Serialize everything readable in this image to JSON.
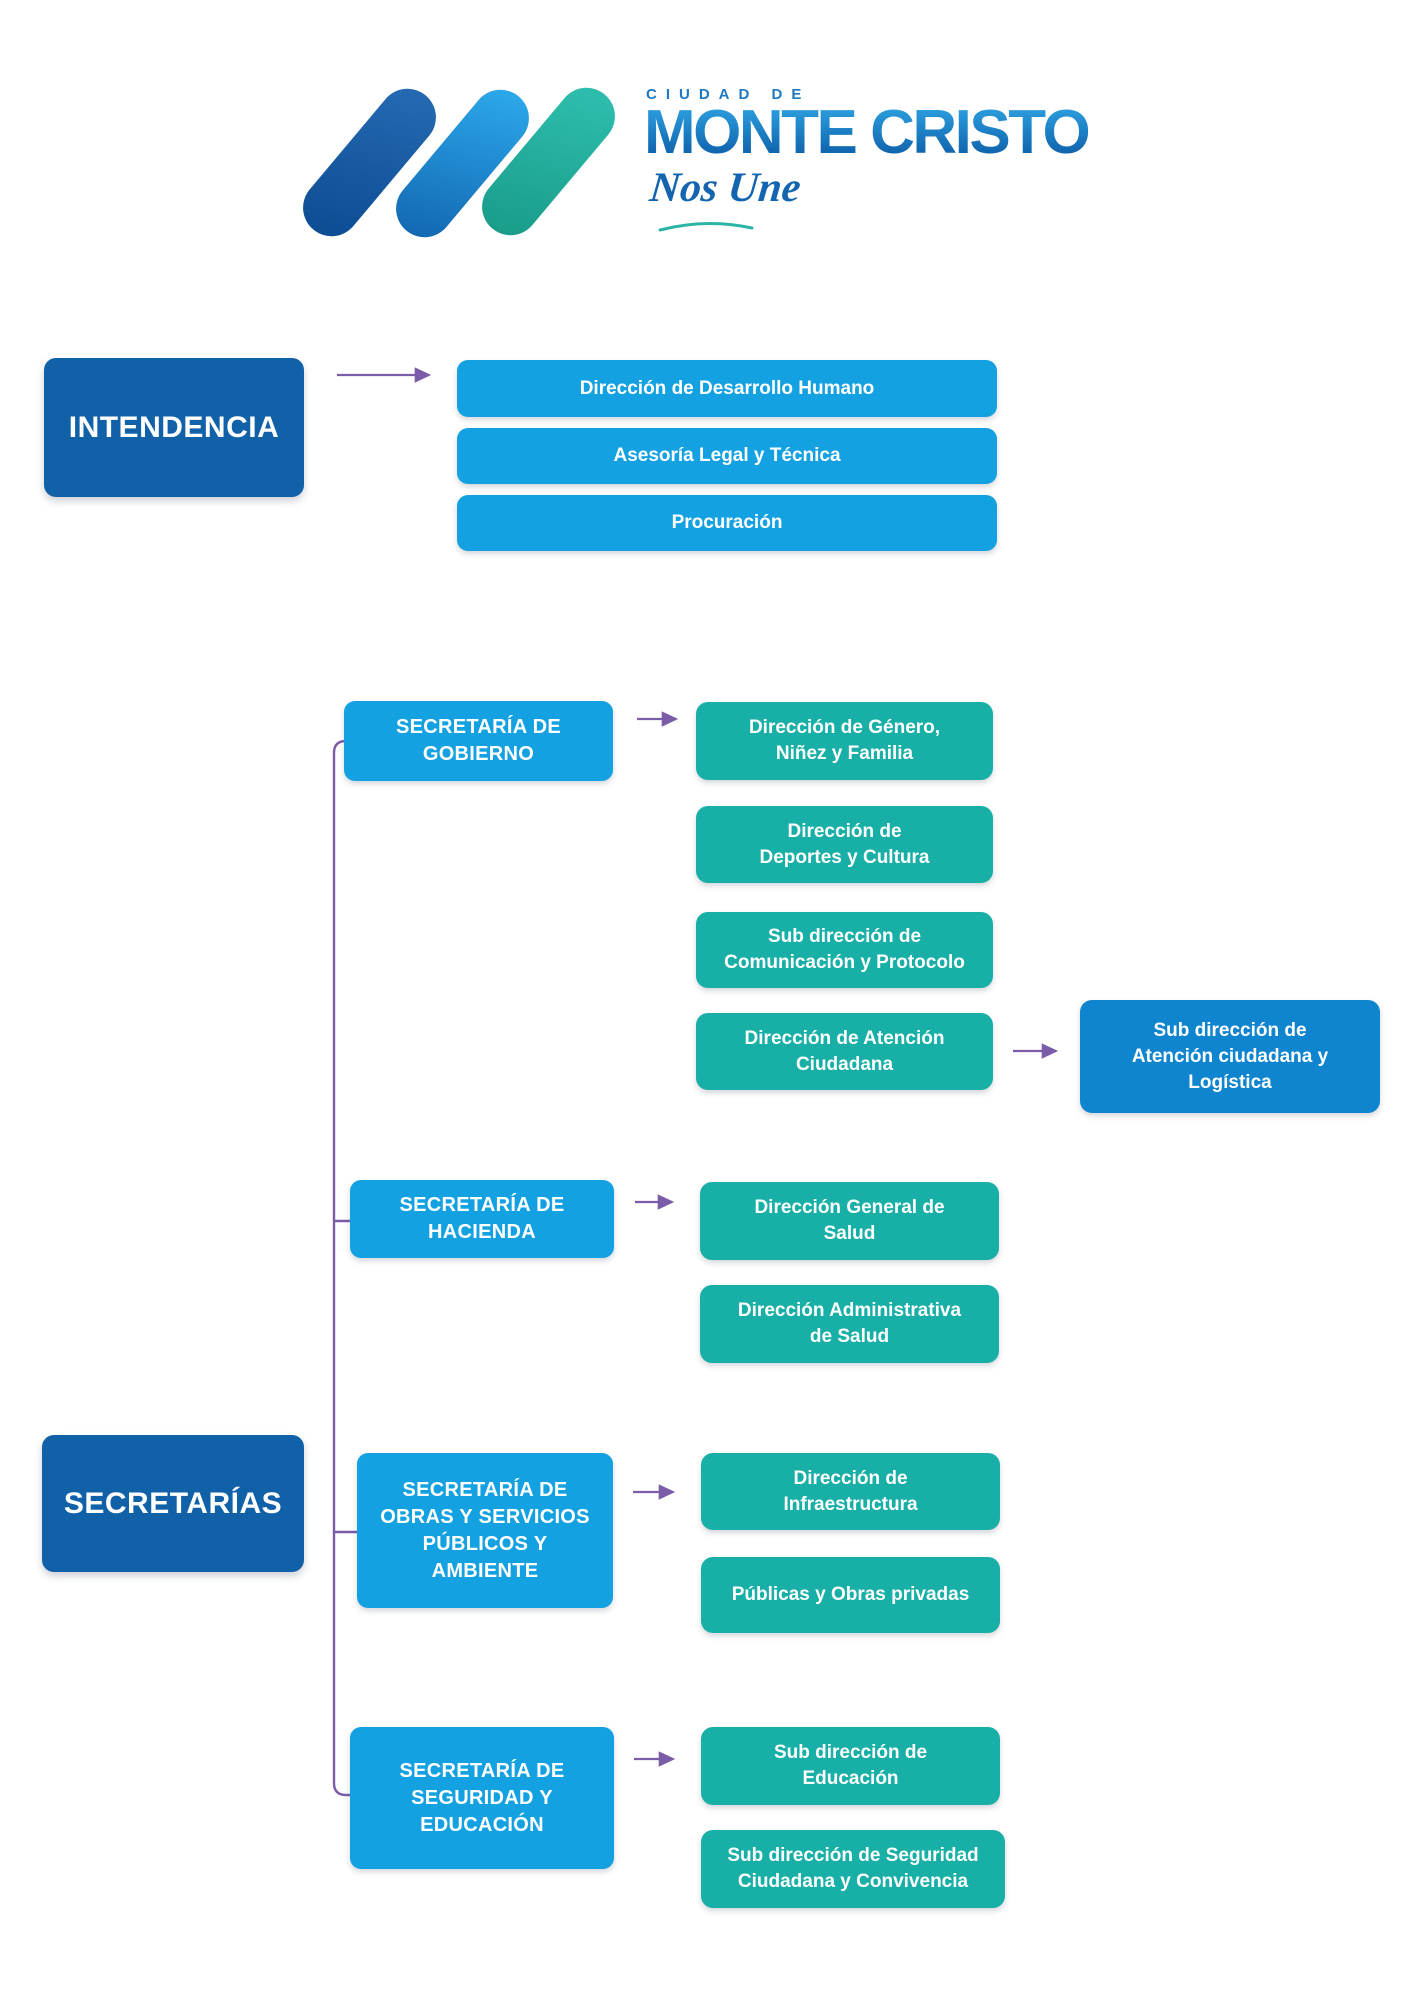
{
  "colors": {
    "navy_box": "#1161A9",
    "cyan_box": "#14A1E2",
    "teal_box": "#18AFA7",
    "medium_blue_box": "#0F85D0",
    "connector_purple": "#7A5CA8",
    "logo_dark_bar": "#0E4E95",
    "logo_blue_bar": "#1368B3",
    "logo_teal_bar": "#2DBCAC",
    "logo_text_blue": "#1E78C2",
    "logo_name_gradient_top": "#2FA3E2",
    "logo_name_gradient_bottom": "#0C5DA8",
    "tagline_blue": "#1465B0"
  },
  "logo": {
    "city_label": "CIUDAD DE",
    "city_name": "MONTE CRISTO",
    "tagline": "Nos Une"
  },
  "intendencia": {
    "label": "INTENDENCIA",
    "children": [
      {
        "lines": [
          "Dirección de Desarrollo Humano"
        ]
      },
      {
        "lines": [
          "Asesoría Legal y Técnica"
        ]
      },
      {
        "lines": [
          "Procuración"
        ]
      }
    ]
  },
  "secretarias": {
    "label": "SECRETARÍAS",
    "groups": [
      {
        "lines": [
          "SECRETARÍA DE",
          "GOBIERNO"
        ],
        "children": [
          {
            "lines": [
              "Dirección de Género,",
              "Niñez y Familia"
            ]
          },
          {
            "lines": [
              "Dirección de",
              "Deportes y Cultura"
            ]
          },
          {
            "lines": [
              "Sub dirección de",
              "Comunicación y Protocolo"
            ]
          },
          {
            "lines": [
              "Dirección de Atención",
              "Ciudadana"
            ],
            "sub": {
              "lines": [
                "Sub dirección de",
                "Atención ciudadana y",
                "Logística"
              ]
            }
          }
        ]
      },
      {
        "lines": [
          "SECRETARÍA DE",
          "HACIENDA"
        ],
        "children": [
          {
            "lines": [
              "Dirección General de",
              "Salud"
            ]
          },
          {
            "lines": [
              "Dirección Administrativa",
              "de Salud"
            ]
          }
        ]
      },
      {
        "lines": [
          "SECRETARÍA DE",
          "OBRAS Y SERVICIOS",
          "PÚBLICOS Y",
          "AMBIENTE"
        ],
        "children": [
          {
            "lines": [
              "Dirección de",
              "Infraestructura"
            ]
          },
          {
            "lines": [
              "Públicas y Obras privadas"
            ]
          }
        ]
      },
      {
        "lines": [
          "SECRETARÍA DE",
          "SEGURIDAD Y",
          "EDUCACIÓN"
        ],
        "children": [
          {
            "lines": [
              "Sub dirección de",
              "Educación"
            ]
          },
          {
            "lines": [
              "Sub dirección de Seguridad",
              "Ciudadana y Convivencia"
            ]
          }
        ]
      }
    ]
  }
}
